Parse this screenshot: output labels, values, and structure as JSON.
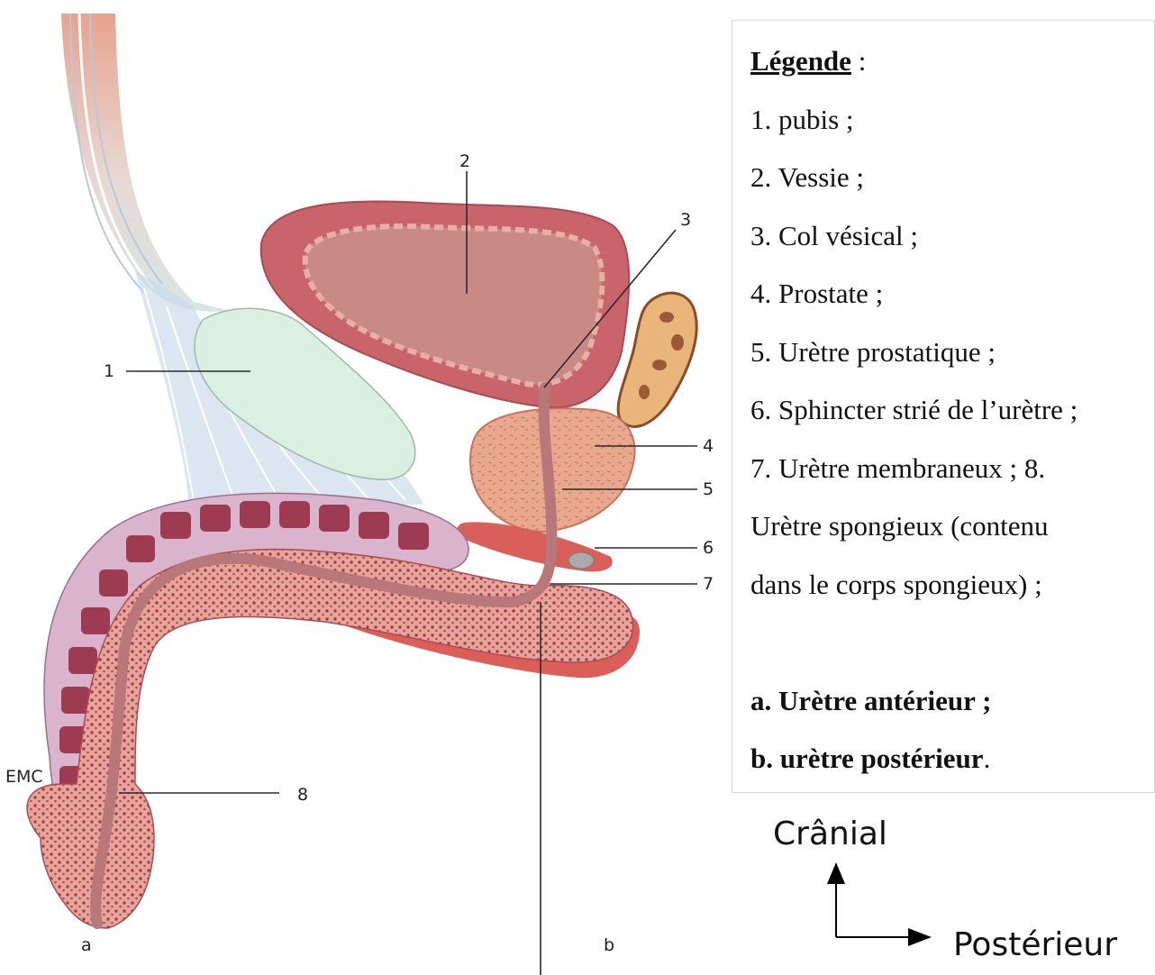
{
  "labels": [
    "1",
    "2",
    "3",
    "4",
    "5",
    "6",
    "7",
    "8",
    "a",
    "b"
  ],
  "watermark": "EMC",
  "legend": {
    "title": "Légende",
    "title_suffix": " :",
    "items": [
      "1. pubis ;",
      "2. Vessie ;",
      "3. Col vésical ;",
      "4. Prostate ;",
      "5. Urètre prostatique ;",
      "6. Sphincter strié de l’urètre ;",
      "7. Urètre membraneux ; 8.",
      "Urètre spongieux (contenu",
      "dans le corps spongieux) ;"
    ],
    "a_label": "a. Urètre antérieur ;",
    "b_label": "b. urètre postérieur",
    "b_suffix": "."
  },
  "orientation": {
    "up": "Crânial",
    "right": "Postérieur"
  },
  "colors": {
    "bladder": "#c8646a",
    "bladder_inner": "#c98a86",
    "pubis": "#dceee2",
    "ligament": "#c6d6e6",
    "prostate": "#e7a58a",
    "corpus_cavernosum": "#d9b4cc",
    "spongiosum": "#e5a59a",
    "urethra": "#b8787a",
    "muscle": "#d9605a"
  }
}
